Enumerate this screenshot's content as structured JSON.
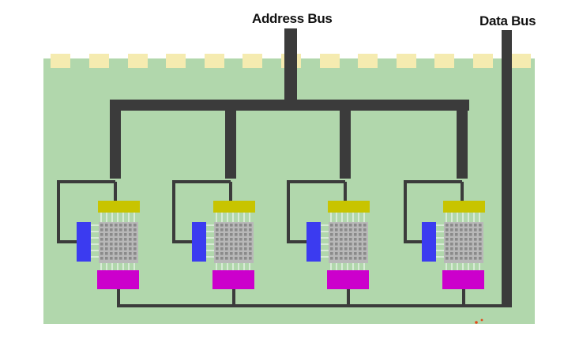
{
  "labels": {
    "address_bus": "Address Bus",
    "data_bus": "Data Bus"
  },
  "colors": {
    "board": "#b1d7ac",
    "pad": "#f5ebb0",
    "bus": "#3b3b3b",
    "row_decoder": "#3b3bf0",
    "column_decoder": "#c8c400",
    "sense_block": "#cc00cc",
    "cell_grid": "#b8b8b8",
    "cell": "#8a8a8a",
    "pins": "#ffffff",
    "marker": "#e24a1a"
  },
  "chips": [
    "memory-chip-1",
    "memory-chip-2",
    "memory-chip-3",
    "memory-chip-4"
  ]
}
